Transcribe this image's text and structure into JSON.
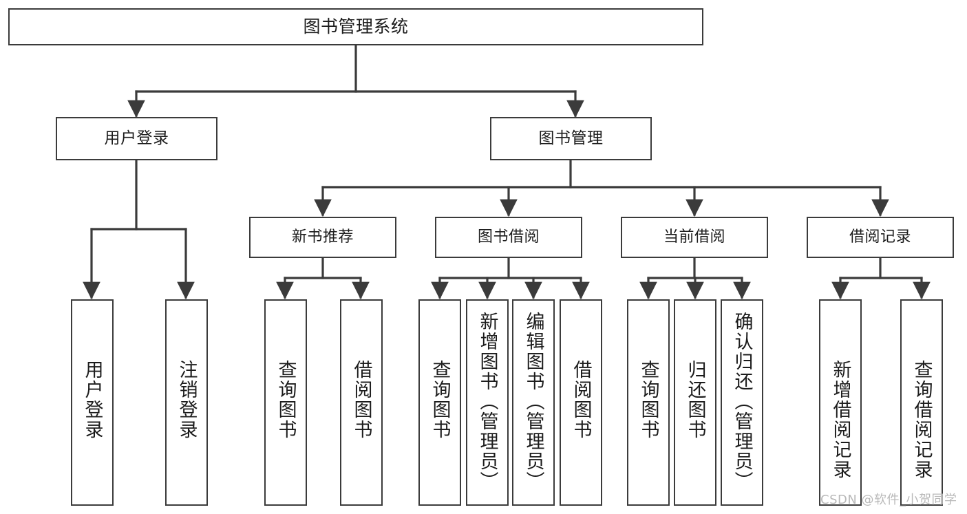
{
  "diagram": {
    "title": "图书管理系统",
    "type": "function-structure-tree",
    "root": {
      "id": "root",
      "label": "图书管理系统"
    },
    "level2": [
      {
        "id": "user-login",
        "label": "用户登录"
      },
      {
        "id": "book-manage",
        "label": "图书管理"
      }
    ],
    "level3": [
      {
        "id": "new-book-rec",
        "label": "新书推荐",
        "parent": "book-manage"
      },
      {
        "id": "book-borrow",
        "label": "图书借阅",
        "parent": "book-manage"
      },
      {
        "id": "current-borrow",
        "label": "当前借阅",
        "parent": "book-manage"
      },
      {
        "id": "borrow-record",
        "label": "借阅记录",
        "parent": "book-manage"
      }
    ],
    "leaves": {
      "user_login": [
        {
          "id": "leaf-user-login",
          "label": "用户登录"
        },
        {
          "id": "leaf-user-logout",
          "label": "注销登录"
        }
      ],
      "new_book_rec": [
        {
          "id": "leaf-query-book-1",
          "label": "查询图书"
        },
        {
          "id": "leaf-borrow-book-1",
          "label": "借阅图书"
        }
      ],
      "book_borrow": [
        {
          "id": "leaf-query-book-2",
          "label": "查询图书"
        },
        {
          "id": "leaf-add-book",
          "label": "新增图书（管理员）"
        },
        {
          "id": "leaf-edit-book",
          "label": "编辑图书（管理员）"
        },
        {
          "id": "leaf-borrow-book-2",
          "label": "借阅图书"
        }
      ],
      "current_borrow": [
        {
          "id": "leaf-query-book-3",
          "label": "查询图书"
        },
        {
          "id": "leaf-return-book",
          "label": "归还图书"
        },
        {
          "id": "leaf-confirm-return",
          "label": "确认归还（管理员）"
        }
      ],
      "borrow_record": [
        {
          "id": "leaf-add-record",
          "label": "新增借阅记录"
        },
        {
          "id": "leaf-query-record",
          "label": "查询借阅记录"
        }
      ]
    }
  },
  "watermark": {
    "text": "CSDN @软件_小贺同学"
  },
  "colors": {
    "box_border": "#3b3b3b",
    "box_fill": "#ffffff",
    "connector": "#3b3b3b",
    "text": "#1c1c1c",
    "watermark": "#b9b9b9",
    "background": "#ffffff"
  }
}
